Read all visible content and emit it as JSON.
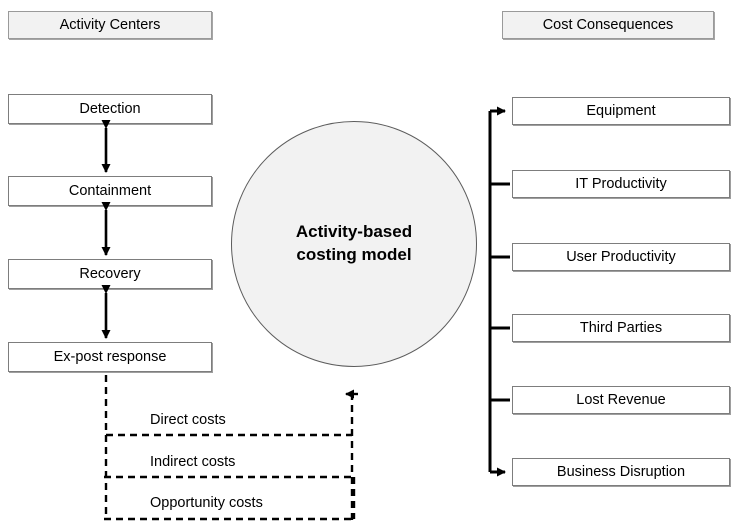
{
  "diagram": {
    "title_left": "Activity Centers",
    "title_right": "Cost Consequences",
    "center_line1": "Activity-based",
    "center_line2": "costing model",
    "activity_centers": [
      {
        "label": "Detection"
      },
      {
        "label": "Containment"
      },
      {
        "label": "Recovery"
      },
      {
        "label": "Ex-post response"
      }
    ],
    "cost_consequences": [
      {
        "label": "Equipment"
      },
      {
        "label": "IT Productivity"
      },
      {
        "label": "User Productivity"
      },
      {
        "label": "Third Parties"
      },
      {
        "label": "Lost Revenue"
      },
      {
        "label": "Business Disruption"
      }
    ],
    "cost_bands": [
      {
        "label": "Direct costs"
      },
      {
        "label": "Indirect costs"
      },
      {
        "label": "Opportunity costs"
      }
    ],
    "colors": {
      "header_fill": "#f2f2f2",
      "header_border": "#9a9a9a",
      "node_fill": "#ffffff",
      "node_border": "#7d7d7d",
      "circle_fill": "#f2f2f2",
      "circle_border": "#5c5c5c",
      "connector": "#000000",
      "page_background": "#ffffff"
    }
  }
}
